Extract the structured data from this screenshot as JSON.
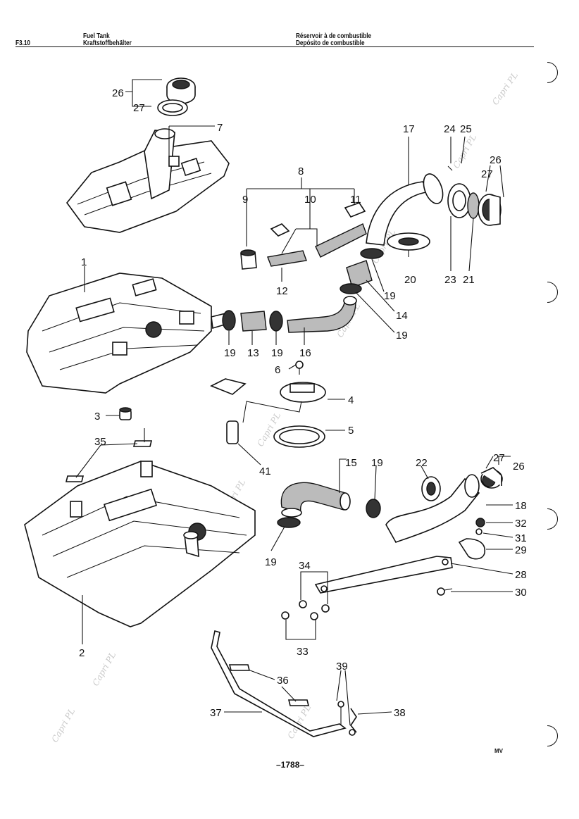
{
  "header": {
    "code": "F3.10",
    "title_en": "Fuel Tank",
    "title_de": "Kraftstoffbehälter",
    "title_fr": "Réservoir à de combustible",
    "title_es": "Depósito de combustible"
  },
  "callouts": [
    "1",
    "2",
    "3",
    "4",
    "5",
    "6",
    "7",
    "8",
    "9",
    "10",
    "11",
    "12",
    "13",
    "14",
    "15",
    "16",
    "17",
    "18",
    "19",
    "20",
    "21",
    "22",
    "23",
    "24",
    "25",
    "26",
    "27",
    "28",
    "29",
    "30",
    "31",
    "32",
    "33",
    "34",
    "35",
    "36",
    "37",
    "38",
    "39",
    "41"
  ],
  "watermark": "Capri PL",
  "footer": {
    "page_number": "–1788–",
    "initials": "MV"
  }
}
